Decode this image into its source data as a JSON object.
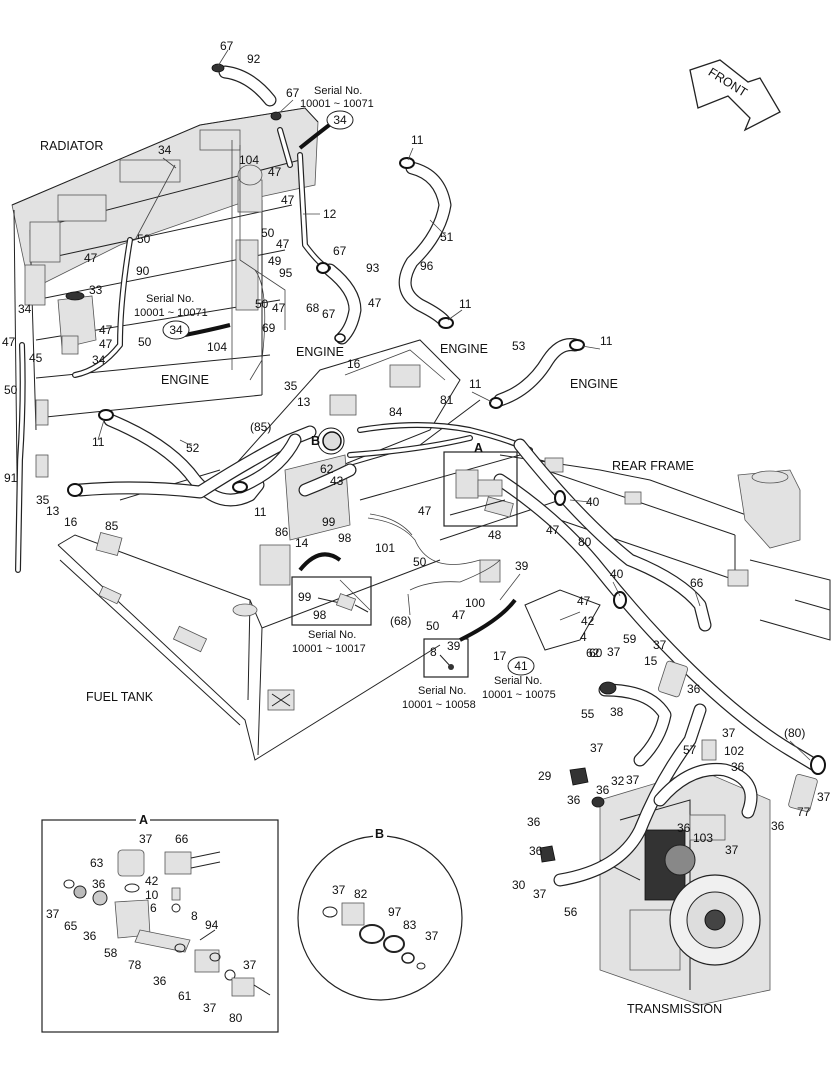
{
  "labels": {
    "radiator": "RADIATOR",
    "engine": "ENGINE",
    "rear_frame": "REAR FRAME",
    "fuel_tank": "FUEL TANK",
    "transmission": "TRANSMISSION",
    "front": "FRONT"
  },
  "serials": {
    "s1_title": "Serial No.",
    "s1_range": "10001 ~ 10071",
    "s2_title": "Serial No.",
    "s2_range": "10001 ~ 10071",
    "s3_title": "Serial No.",
    "s3_range": "10001 ~ 10017",
    "s4_title": "Serial No.",
    "s4_range": "10001 ~ 10058",
    "s5_title": "Serial No.",
    "s5_range": "10001 ~ 10075"
  },
  "detail_a": {
    "title": "A"
  },
  "detail_b": {
    "title": "B"
  },
  "callout_a": "A",
  "callout_b": "B",
  "circled_parts": {
    "c34a": "34",
    "c34b": "34",
    "c41": "41"
  },
  "parts": {
    "p67a": "67",
    "p92": "92",
    "p67b": "67",
    "p34a": "34",
    "p104a": "104",
    "p47a": "47",
    "p47b": "47",
    "p12": "12",
    "p11a": "11",
    "p51": "51",
    "p50a": "50",
    "p47c": "47",
    "p90": "90",
    "p50b": "50",
    "p47d": "47",
    "p49": "49",
    "p95": "95",
    "p67c": "67",
    "p93": "93",
    "p96": "96",
    "p47e": "47",
    "p11b": "11",
    "p33": "33",
    "p50c": "50",
    "p47f": "47",
    "p68a": "68",
    "p67d": "67",
    "p34b": "34",
    "p47g": "47",
    "p69": "69",
    "p47h": "47",
    "p45": "45",
    "p34c": "34",
    "p47i": "47",
    "p50d": "50",
    "p104b": "104",
    "p16a": "16",
    "p35a": "35",
    "p13a": "13",
    "p53": "53",
    "p11c": "11",
    "p11d": "11",
    "p50e": "50",
    "p11e": "11",
    "p84": "84",
    "p81": "81",
    "p52": "52",
    "p85a": "(85)",
    "p62": "62",
    "p43": "43",
    "p91": "91",
    "p35b": "35",
    "p13b": "13",
    "p16b": "16",
    "p85b": "85",
    "p11f": "11",
    "p86": "86",
    "p14": "14",
    "p99a": "99",
    "p98a": "98",
    "p101": "101",
    "p47j": "47",
    "p48": "48",
    "p40a": "40",
    "p47k": "47",
    "p80a": "80",
    "p50f": "50",
    "p39a": "39",
    "p40b": "40",
    "p66a": "66",
    "p99b": "99",
    "p98b": "98",
    "p100": "100",
    "p47l": "47",
    "p47m": "47",
    "p68b": "(68)",
    "p50g": "50",
    "p42a": "42",
    "p4": "4",
    "p62b": "62",
    "p60": "60",
    "p17": "17",
    "p8a": "8",
    "p39b": "39",
    "p59": "59",
    "p37a": "37",
    "p15": "15",
    "p36a": "36",
    "p55": "55",
    "p38": "38",
    "p37b": "37",
    "p80b": "(80)",
    "p37c": "37",
    "p57": "57",
    "p102": "102",
    "p36b": "36",
    "p29": "29",
    "p32": "32",
    "p37d": "37",
    "p36c": "36",
    "p36d": "36",
    "p77": "77",
    "p37e": "37",
    "p36e": "36",
    "p103": "103",
    "p36f": "36",
    "p37f": "37",
    "p36g": "36",
    "p30": "30",
    "p37g": "37",
    "p56": "56",
    "a37a": "37",
    "a66": "66",
    "a63": "63",
    "a42": "42",
    "a10": "10",
    "a36a": "36",
    "a6": "6",
    "a37b": "37",
    "a65": "65",
    "a36b": "36",
    "a8": "8",
    "a94": "94",
    "a58": "58",
    "a78": "78",
    "a36c": "36",
    "a61": "61",
    "a37c": "37",
    "a37d": "37",
    "a80": "80",
    "b37a": "37",
    "b82": "82",
    "b97": "97",
    "b83": "83",
    "b37b": "37"
  }
}
